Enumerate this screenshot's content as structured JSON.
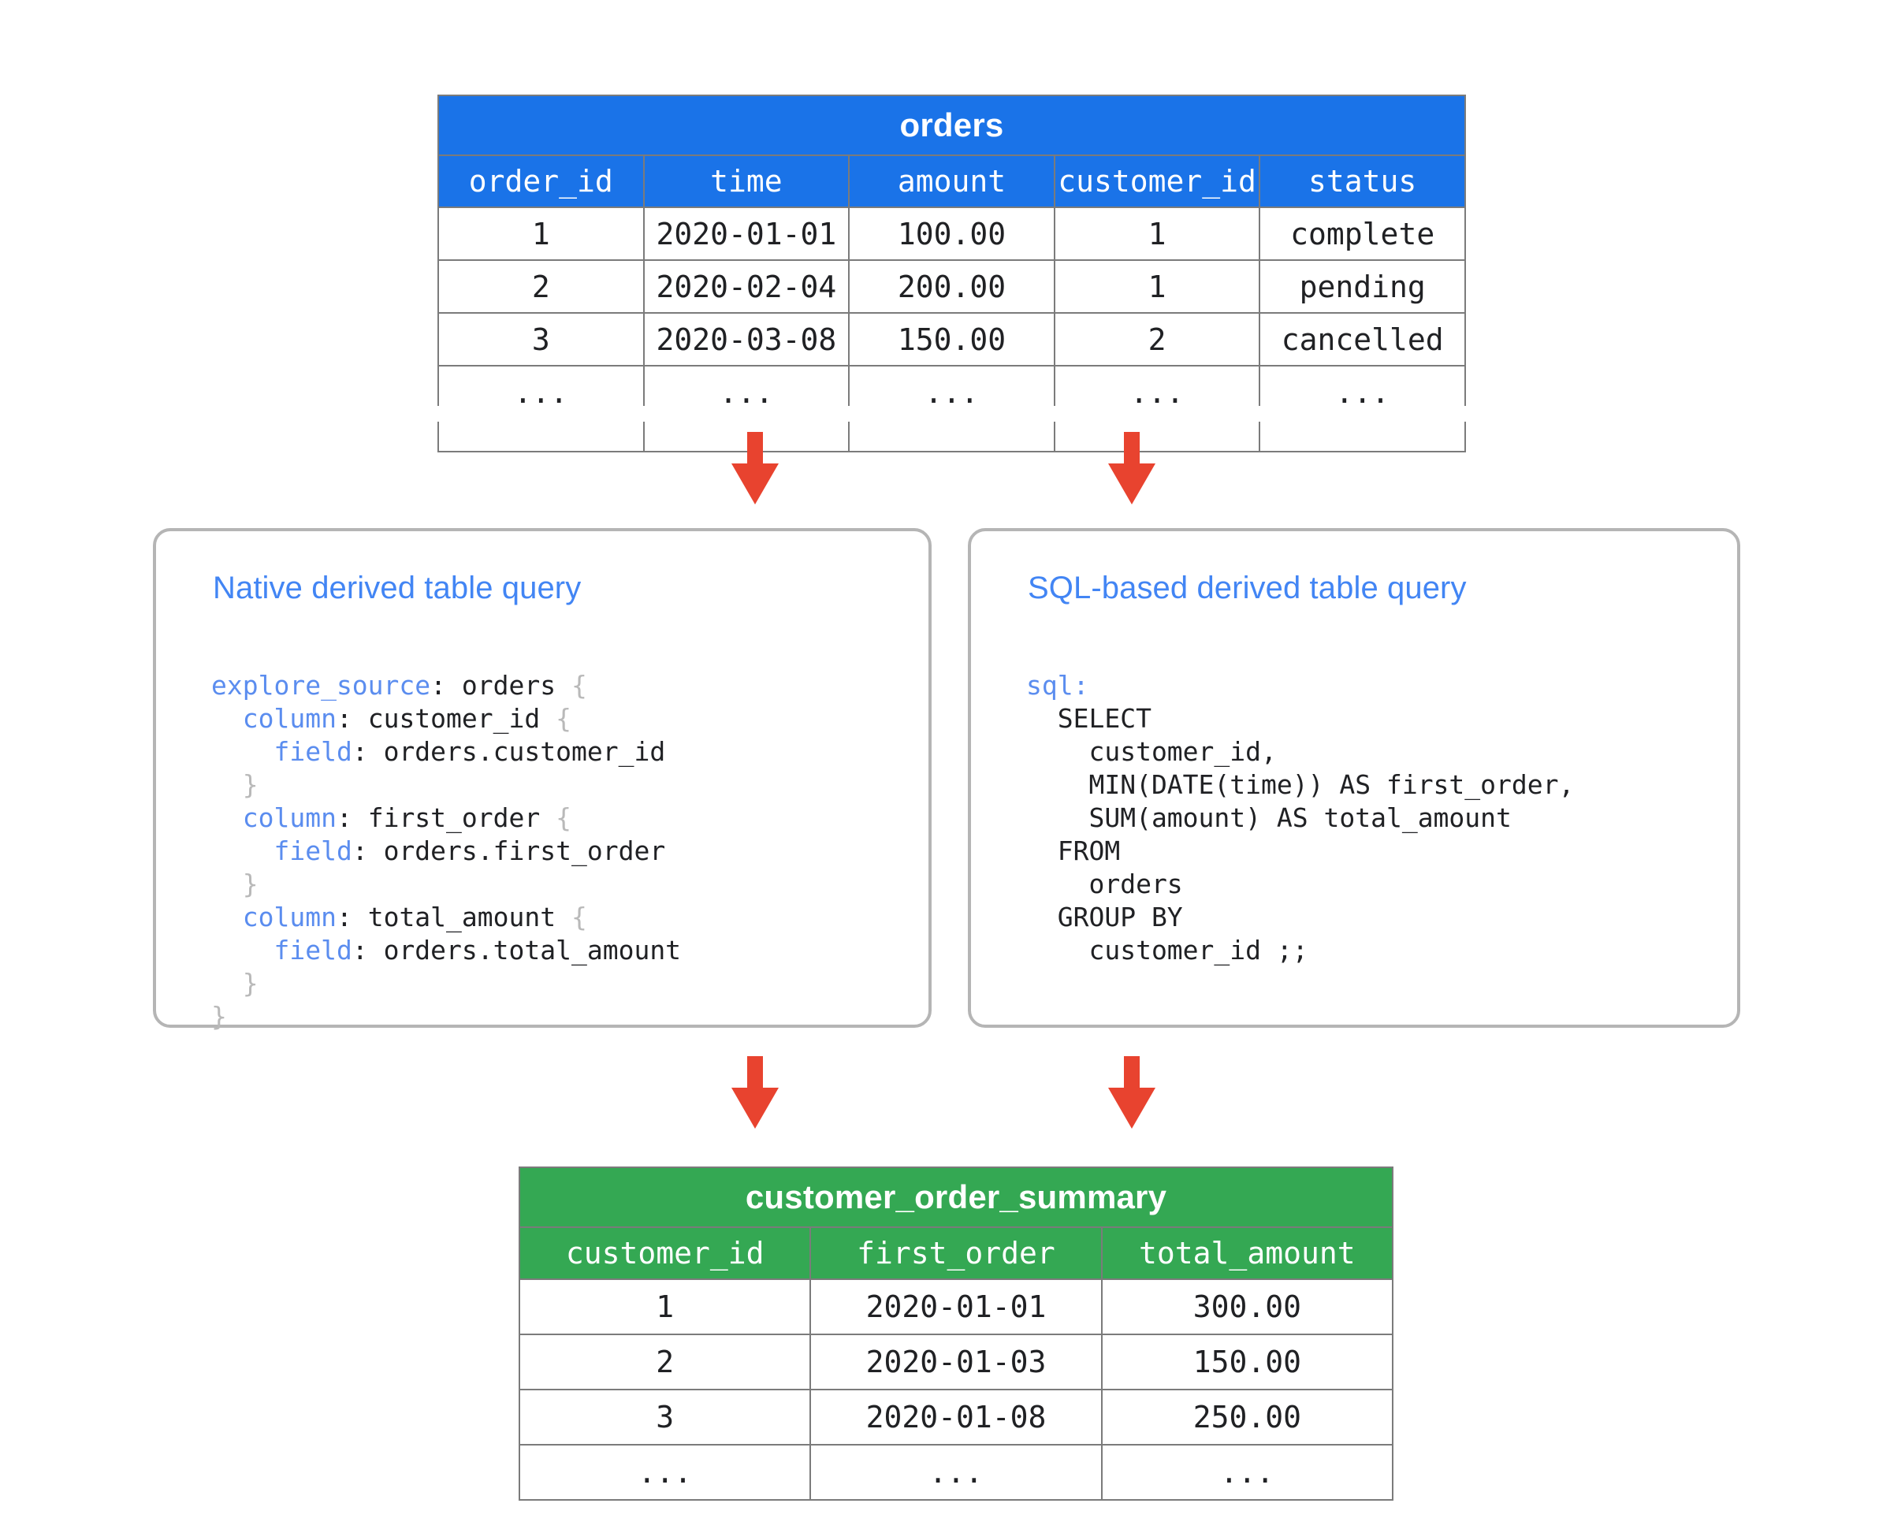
{
  "diagram": {
    "title": "Looker derived table diagram",
    "colors": {
      "source_table_header": "#1a73e8",
      "result_table_header": "#34a853",
      "arrow": "#e8432f",
      "card_title": "#4285f4",
      "code_keyword": "#5b8def",
      "card_border": "#b5b5b5",
      "table_border": "#7b7b7b"
    }
  },
  "source_table": {
    "name": "orders",
    "columns": [
      "order_id",
      "time",
      "amount",
      "customer_id",
      "status"
    ],
    "rows": [
      [
        "1",
        "2020-01-01",
        "100.00",
        "1",
        "complete"
      ],
      [
        "2",
        "2020-02-04",
        "200.00",
        "1",
        "pending"
      ],
      [
        "3",
        "2020-03-08",
        "150.00",
        "2",
        "cancelled"
      ],
      [
        "...",
        "...",
        "...",
        "...",
        "..."
      ],
      [
        "",
        "",
        "",
        "",
        ""
      ]
    ]
  },
  "result_table": {
    "name": "customer_order_summary",
    "columns": [
      "customer_id",
      "first_order",
      "total_amount"
    ],
    "rows": [
      [
        "1",
        "2020-01-01",
        "300.00"
      ],
      [
        "2",
        "2020-01-03",
        "150.00"
      ],
      [
        "3",
        "2020-01-08",
        "250.00"
      ],
      [
        "...",
        "...",
        "..."
      ]
    ]
  },
  "native_card": {
    "title": "Native derived table query",
    "code_lines": [
      [
        {
          "t": "explore_source",
          "c": "kw"
        },
        {
          "t": ": orders ",
          "c": ""
        },
        {
          "t": "{",
          "c": "br"
        }
      ],
      [
        {
          "t": "  ",
          "c": ""
        },
        {
          "t": "column",
          "c": "kw"
        },
        {
          "t": ": customer_id ",
          "c": ""
        },
        {
          "t": "{",
          "c": "br"
        }
      ],
      [
        {
          "t": "    ",
          "c": ""
        },
        {
          "t": "field",
          "c": "kw"
        },
        {
          "t": ": orders.customer_id",
          "c": ""
        }
      ],
      [
        {
          "t": "  ",
          "c": ""
        },
        {
          "t": "}",
          "c": "br"
        }
      ],
      [
        {
          "t": "  ",
          "c": ""
        },
        {
          "t": "column",
          "c": "kw"
        },
        {
          "t": ": first_order ",
          "c": ""
        },
        {
          "t": "{",
          "c": "br"
        }
      ],
      [
        {
          "t": "    ",
          "c": ""
        },
        {
          "t": "field",
          "c": "kw"
        },
        {
          "t": ": orders.first_order",
          "c": ""
        }
      ],
      [
        {
          "t": "  ",
          "c": ""
        },
        {
          "t": "}",
          "c": "br"
        }
      ],
      [
        {
          "t": "  ",
          "c": ""
        },
        {
          "t": "column",
          "c": "kw"
        },
        {
          "t": ": total_amount ",
          "c": ""
        },
        {
          "t": "{",
          "c": "br"
        }
      ],
      [
        {
          "t": "    ",
          "c": ""
        },
        {
          "t": "field",
          "c": "kw"
        },
        {
          "t": ": orders.total_amount",
          "c": ""
        }
      ],
      [
        {
          "t": "  ",
          "c": ""
        },
        {
          "t": "}",
          "c": "br"
        }
      ],
      [
        {
          "t": "}",
          "c": "br"
        }
      ]
    ]
  },
  "sql_card": {
    "title": "SQL-based derived table query",
    "code_lines": [
      [
        {
          "t": "sql:",
          "c": "kw"
        }
      ],
      [
        {
          "t": "  SELECT",
          "c": ""
        }
      ],
      [
        {
          "t": "    customer_id,",
          "c": ""
        }
      ],
      [
        {
          "t": "    MIN(DATE(time)) AS first_order,",
          "c": ""
        }
      ],
      [
        {
          "t": "    SUM(amount) AS total_amount",
          "c": ""
        }
      ],
      [
        {
          "t": "  FROM",
          "c": ""
        }
      ],
      [
        {
          "t": "    orders",
          "c": ""
        }
      ],
      [
        {
          "t": "  GROUP BY",
          "c": ""
        }
      ],
      [
        {
          "t": "    customer_id ;;",
          "c": ""
        }
      ]
    ]
  },
  "arrows": [
    {
      "id": "top-left",
      "label": "orders-to-native-arrow"
    },
    {
      "id": "top-right",
      "label": "orders-to-sql-arrow"
    },
    {
      "id": "bottom-left",
      "label": "native-to-summary-arrow"
    },
    {
      "id": "bottom-right",
      "label": "sql-to-summary-arrow"
    }
  ]
}
